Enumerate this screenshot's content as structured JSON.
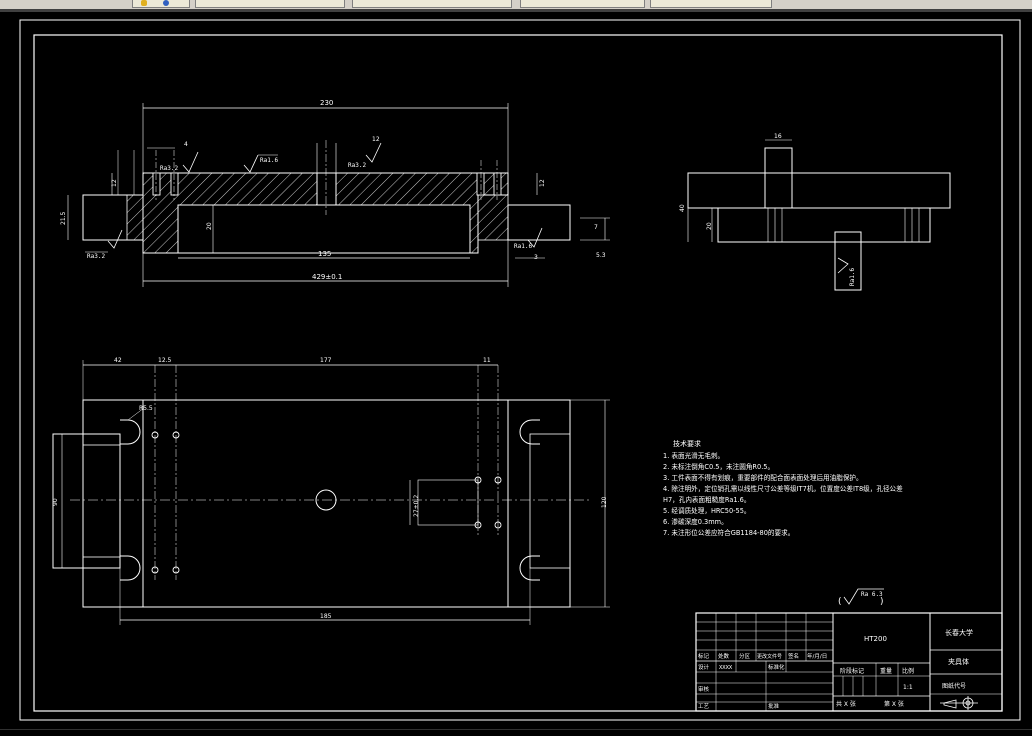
{
  "window": {
    "tabs": [
      "",
      "",
      "",
      "",
      ""
    ]
  },
  "front_view": {
    "dims": {
      "overall_top": "230",
      "hole_width": "12",
      "small_left": "4",
      "h_left": "12",
      "h_right": "12",
      "h_body": "20",
      "h_total": "21.5",
      "inner_span": "135",
      "overall_bottom": "429±0.1",
      "right_7": "7",
      "right_5_3": "5.3",
      "right_3": "3"
    },
    "roughness": {
      "r1": "Ra3.2",
      "r2": "Ra1.6",
      "r3": "Ra3.2",
      "r4": "Ra3.2",
      "r5": "Ra1.6"
    }
  },
  "side_view": {
    "dims": {
      "top_width": "16",
      "height_40": "40",
      "height_20": "20"
    },
    "roughness": "Ra1.6"
  },
  "top_view": {
    "dims": {
      "d42": "42",
      "d12_5": "12.5",
      "d177": "177",
      "d11": "11",
      "r5_5": "R5.5",
      "d90": "90",
      "d27": "27±0.2",
      "d120": "120",
      "d185": "185"
    }
  },
  "tech_requirements": {
    "title": "技术要求",
    "items": [
      "1. 表面光滑无毛刺。",
      "2. 未标注倒角C0.5，未注圆角R0.5。",
      "3. 工件表面不得有划痕，重要部件的配合面表面处理后用油脂保护。",
      "4. 除注明外，定位销孔需以线性尺寸公差等级IT7机，位置度公差IT8级，孔径公差",
      "H7，孔内表面粗糙度Ra1.6。",
      "5. 经调质处理，HRC50-55。",
      "6. 渗碳深度0.3mm。",
      "7. 未注形位公差应符合GB1184-80的要求。"
    ]
  },
  "overall_roughness": "Ra 6.3",
  "title_block": {
    "material": "HT200",
    "school": "长春大学",
    "part_name": "夹具体",
    "drawing_no_label": "图纸代号",
    "scale": "1:1",
    "stage_label": "阶段标记",
    "weight_label": "重量",
    "scale_label": "比例",
    "row_labels": [
      "标记",
      "处数",
      "分区",
      "更改文件号",
      "签名",
      "年/月/日"
    ],
    "design_label": "设计",
    "design_value": "XXXX",
    "standard_label": "标准化",
    "review_label": "审核",
    "process_label": "工艺",
    "approve_label": "批准",
    "sheets_total": "共 X 张",
    "sheet_no": "第 X 张"
  }
}
